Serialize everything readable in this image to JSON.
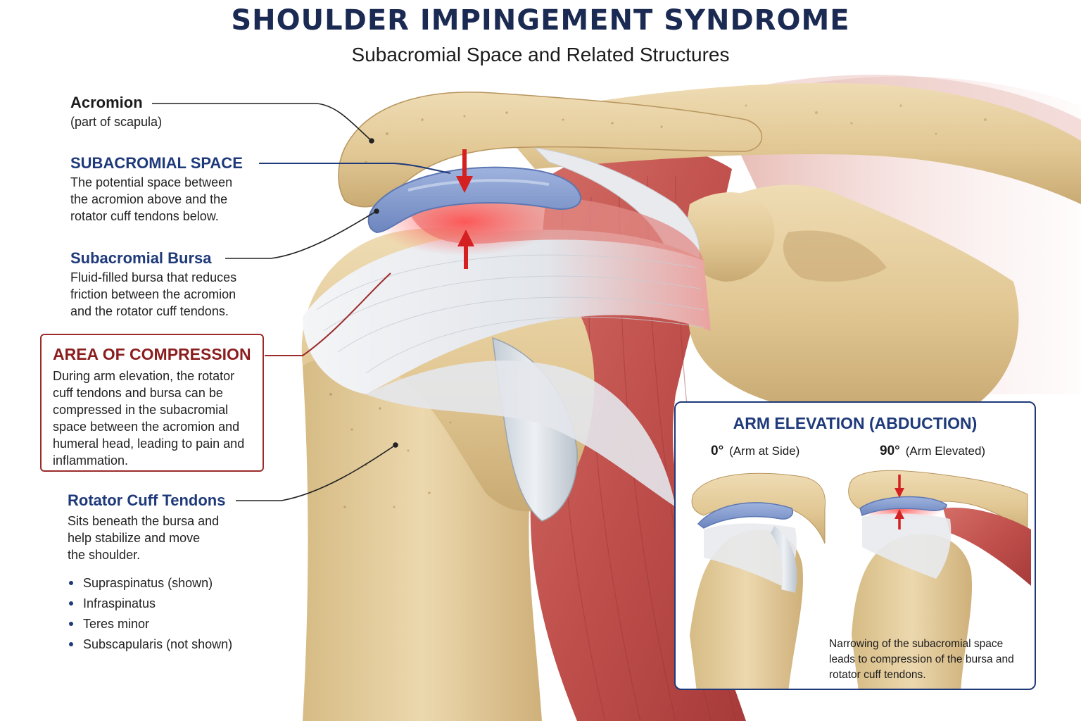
{
  "title": "SHOULDER IMPINGEMENT SYNDROME",
  "subtitle": "Subacromial Space and Related Structures",
  "labels": {
    "acromion": {
      "heading": "Acromion",
      "note": "(part of scapula)"
    },
    "subacromial_space": {
      "heading": "SUBACROMIAL SPACE",
      "desc": [
        "The potential space between",
        "the acromion above and the",
        "rotator cuff tendons below."
      ]
    },
    "bursa": {
      "heading": "Subacromial Bursa",
      "desc": [
        "Fluid-filled bursa that reduces",
        "friction between the acromion",
        "and the rotator cuff tendons."
      ]
    },
    "compression": {
      "heading": "AREA OF COMPRESSION",
      "desc": [
        "During arm elevation, the rotator",
        "cuff tendons and bursa can be",
        "compressed in the subacromial",
        "space between the acromion and",
        "humeral head, leading to pain and",
        "inflammation."
      ]
    },
    "rotator_cuff": {
      "heading": "Rotator Cuff Tendons",
      "desc": [
        "Sits beneath the bursa and",
        "help stabilize and move",
        "the shoulder."
      ],
      "items": [
        "Supraspinatus (shown)",
        "Infraspinatus",
        "Teres minor",
        "Subscapularis (not shown)"
      ]
    }
  },
  "inset": {
    "title": "ARM ELEVATION (ABDUCTION)",
    "left": {
      "degree": "0°",
      "caption": "(Arm at Side)"
    },
    "right": {
      "degree": "90°",
      "caption": "(Arm Elevated)"
    },
    "note": [
      "Narrowing of the subacromial space",
      "leads to compression of the bursa and",
      "rotator cuff tendons."
    ]
  },
  "colors": {
    "navy": "#1f3a7a",
    "dark_red": "#8b1d1d",
    "arrow_red": "#d42020",
    "bone": "#e2cc9c",
    "muscle": "#c0504c",
    "bursa": "#7f98cc"
  }
}
